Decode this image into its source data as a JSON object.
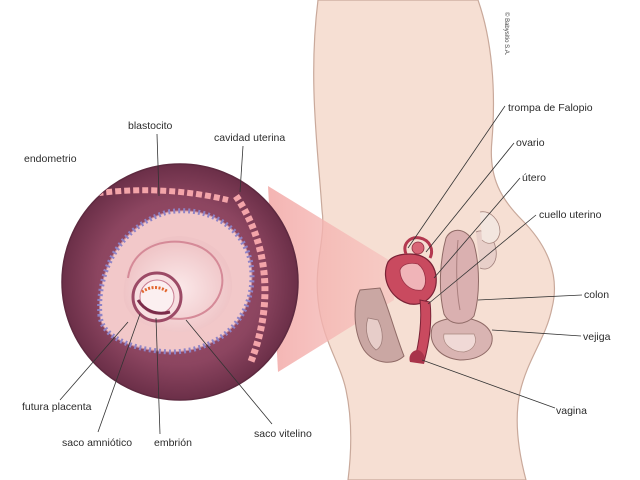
{
  "labels": {
    "blastocito": "blastocito",
    "cavidad_uterina": "cavidad uterina",
    "endometrio": "endometrio",
    "trompa_de_falopio": "trompa de Falopio",
    "ovario": "ovario",
    "utero": "útero",
    "cuello_uterino": "cuello uterino",
    "colon": "colon",
    "vejiga": "vejiga",
    "vagina": "vagina",
    "futura_placenta": "futura placenta",
    "saco_amniotico": "saco amniótico",
    "embrion": "embrión",
    "saco_vitelino": "saco vitelino"
  },
  "copyright": "© Babysitio S.A.",
  "colors": {
    "skin": "#f6dfd3",
    "skin_outline": "#c9a99b",
    "endometrium": "#7e3b55",
    "membrane": "#f1c5c4",
    "cell_purple": "#8f83c6",
    "leader_line": "#333333"
  }
}
